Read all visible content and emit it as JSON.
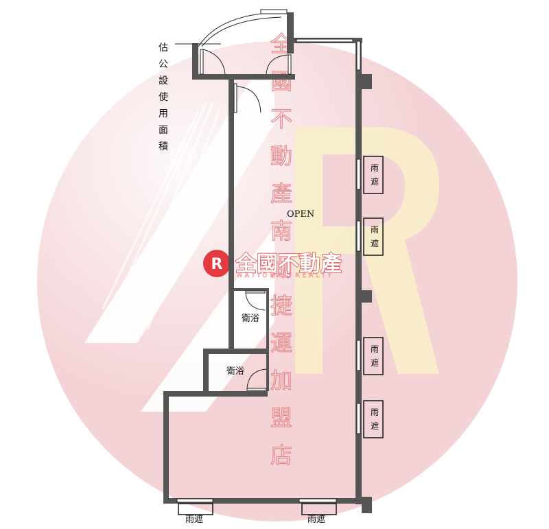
{
  "labels": {
    "public_area": [
      "估",
      "公",
      "設",
      "使",
      "用",
      "面",
      "積"
    ],
    "open": "OPEN",
    "bath_upper": "衛浴",
    "bath_lower": "衛浴",
    "awning_1": [
      "雨",
      "遮"
    ],
    "awning_2": [
      "雨",
      "遮"
    ],
    "awning_3": [
      "雨",
      "遮"
    ],
    "awning_4": [
      "雨",
      "遮"
    ],
    "awning_bottom_left": "雨遮",
    "awning_bottom_right": "雨遮"
  },
  "watermark": {
    "vertical_text": [
      "全",
      "國",
      "不",
      "動",
      "產",
      "南",
      "湖",
      "捷",
      "運",
      "加",
      "盟",
      "店"
    ],
    "brand_cn": "全國不動產",
    "brand_en": "NATIONAL REALTY",
    "logo_letters": "R"
  },
  "colors": {
    "circle": "#f4d3d6",
    "brand_red": "#e23a3f",
    "watermark_text": "#e5868a",
    "wall": "#555555",
    "accent_yellow": "#f8f0c8"
  }
}
